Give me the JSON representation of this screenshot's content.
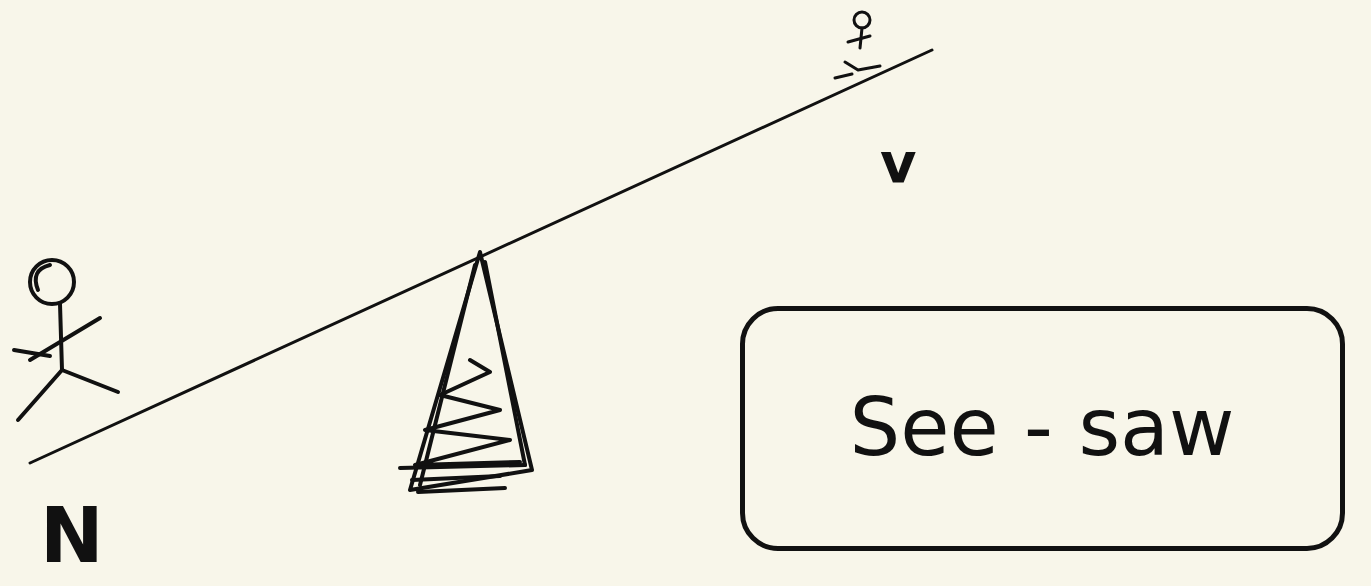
{
  "diagram": {
    "nodes": [
      {
        "text": [
          "See - saw"
        ]
      }
    ],
    "labels": [
      "v",
      "N"
    ]
  }
}
